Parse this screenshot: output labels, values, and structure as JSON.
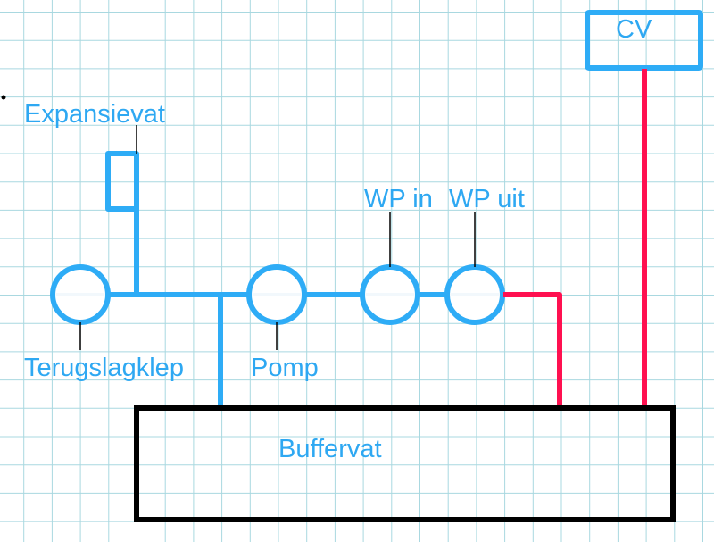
{
  "labels": {
    "expansievat": "Expansievat",
    "terugslagklep": "Terugslagklep",
    "pomp": "Pomp",
    "wp_in": "WP in",
    "wp_uit": "WP uit",
    "buffervat": "Buffervat",
    "cv": "CV"
  },
  "colors": {
    "supply_pipe": "#2eacf6",
    "return_pipe": "#ff1050",
    "tank": "#000000",
    "grid": "#a9d8e0"
  }
}
